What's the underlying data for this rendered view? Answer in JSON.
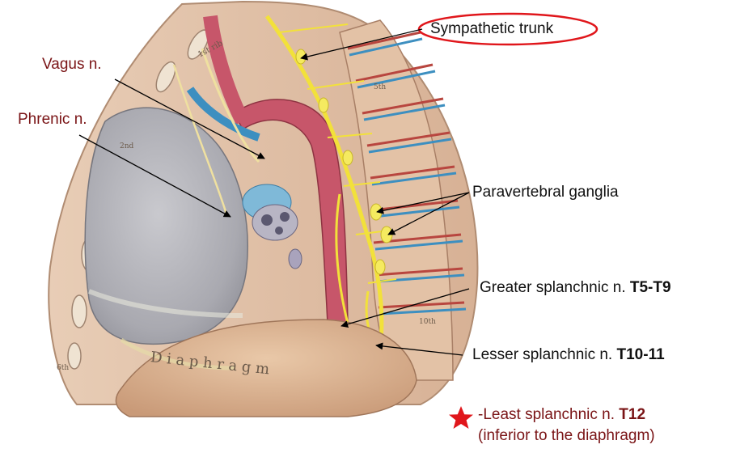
{
  "labels": {
    "sympathetic_trunk": "Sympathetic trunk",
    "vagus": "Vagus n.",
    "phrenic": "Phrenic n.",
    "paravertebral": "Paravertebral ganglia",
    "greater": "Greater splanchnic n. ",
    "greater_level": "T5-T9",
    "lesser": "Lesser splanchnic n. ",
    "lesser_level": "T10-11",
    "least": "-Least splanchnic  n.  ",
    "least_level": "T12",
    "least_note": "(inferior to the diaphragm)"
  },
  "illustration_text": {
    "diaphragm": "D i a p h r a g m",
    "rib_1st": "1st rib",
    "rib_2nd": "2nd",
    "rib_5th": "5th",
    "rib_6th": "6th",
    "rib_10th": "10th"
  },
  "colors": {
    "label_dark_red": "#7a1416",
    "highlight_ellipse": "#e0161b",
    "star": "#e0161b",
    "nerve_yellow": "#f2e13a",
    "vessel_red": "#b8463f",
    "vessel_blue": "#3d8fc0"
  },
  "icons": {
    "star": "star-icon"
  }
}
